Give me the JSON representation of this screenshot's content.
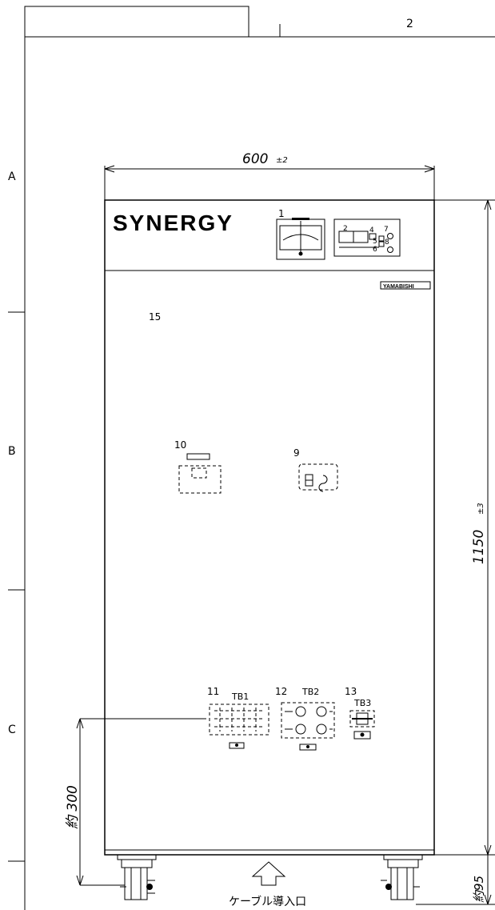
{
  "title_block": {
    "sheet_number": "2"
  },
  "row_letters": [
    "A",
    "B",
    "C"
  ],
  "dimensions": {
    "width": "600",
    "width_tol": "±2",
    "height": "1150",
    "height_tol": "±3",
    "cable_height": "約 300",
    "caster_height": "約95"
  },
  "cabinet": {
    "brand": "SYNERGY",
    "maker_plate": "YAMABISHI"
  },
  "part_numbers": [
    "1",
    "2",
    "4",
    "5",
    "6",
    "7",
    "8",
    "9",
    "10",
    "11",
    "12",
    "13",
    "15"
  ],
  "terminal_blocks": [
    "TB1",
    "TB2",
    "TB3"
  ],
  "cable_entry_label": "ケーブル導入口"
}
